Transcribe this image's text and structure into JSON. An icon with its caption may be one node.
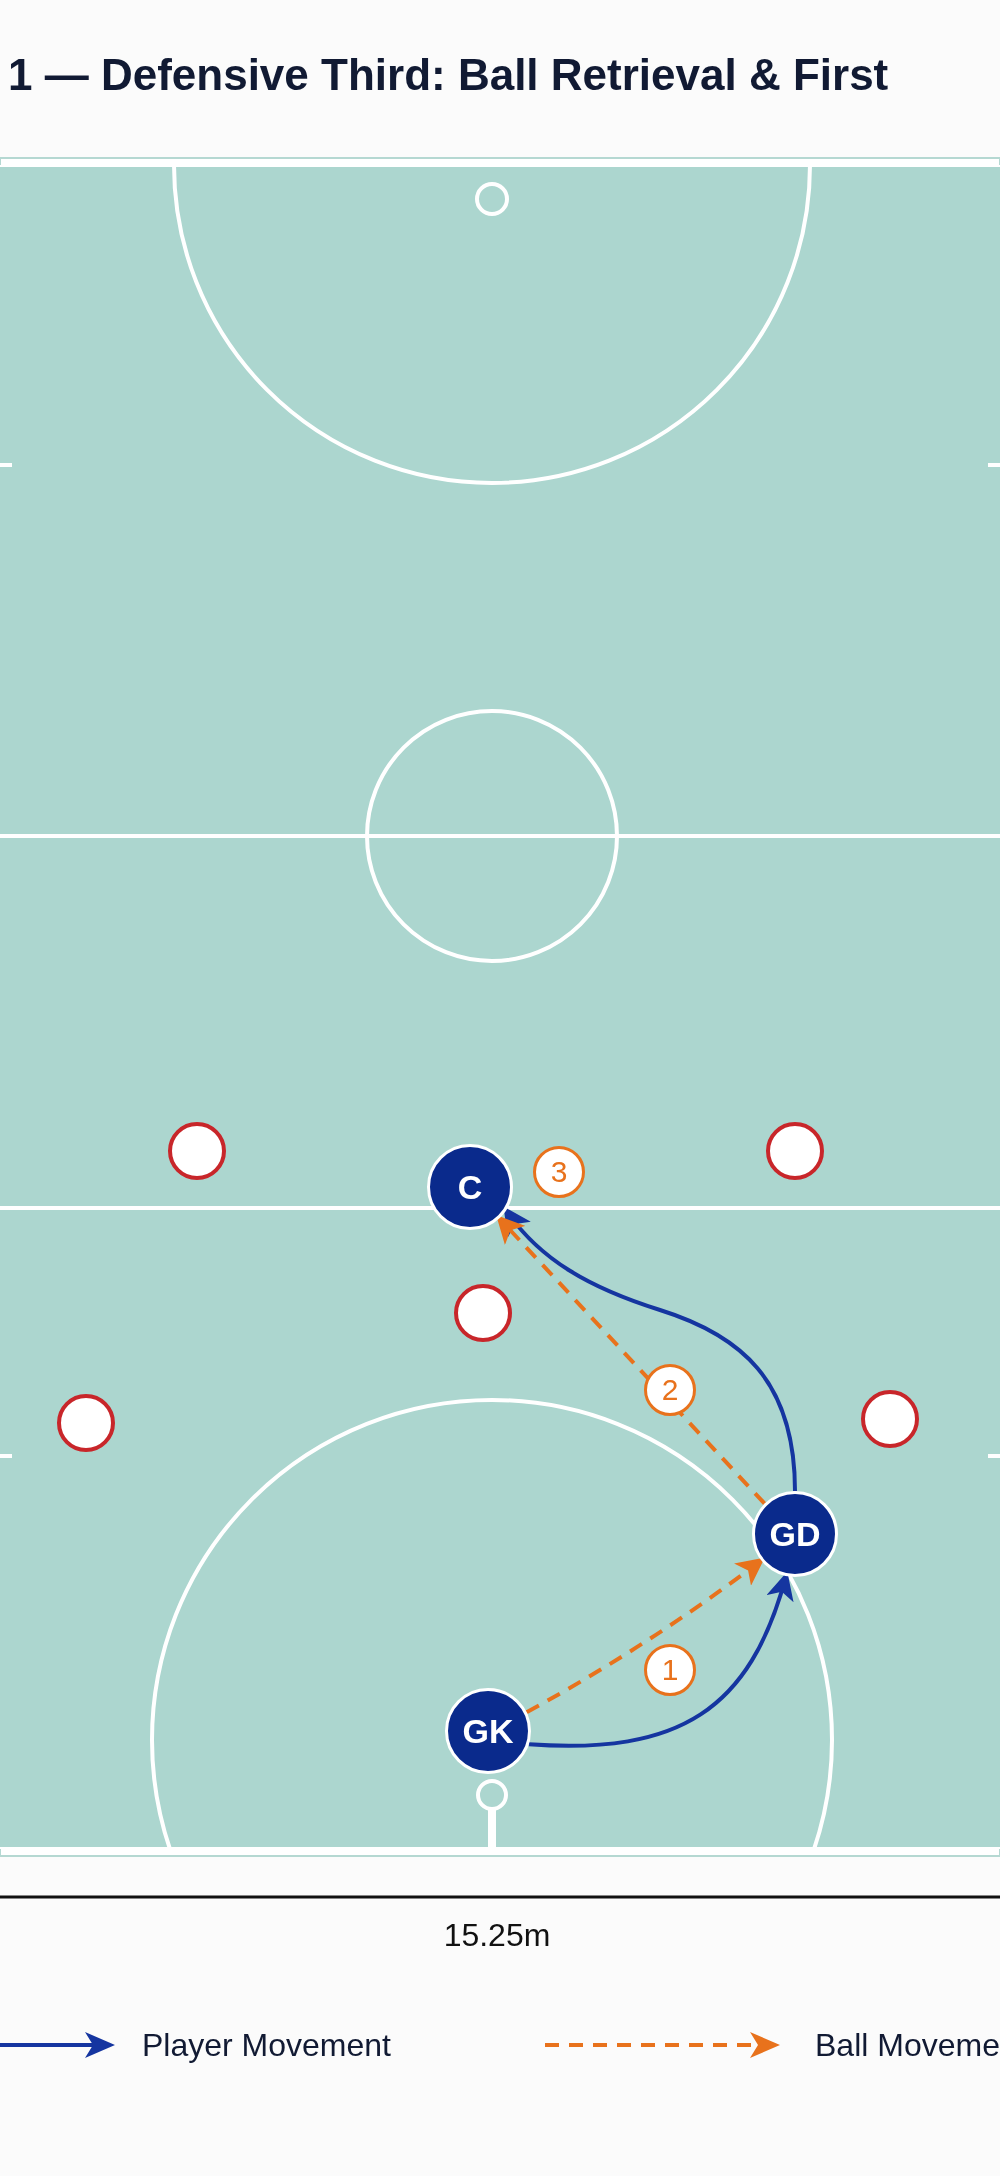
{
  "diagram": {
    "title": "1 — Defensive Third: Ball Retrieval & First",
    "nodes": [
      {
        "text": [],
        "shape": "circle"
      },
      {
        "text": [],
        "shape": "circle"
      },
      {
        "text": [
          "C"
        ],
        "beside": [
          "3"
        ]
      },
      {
        "text": [],
        "shape": "circle"
      },
      {
        "text": [],
        "shape": "circle"
      },
      {
        "text": [],
        "shape": "circle"
      },
      {
        "text": [
          "GD"
        ]
      },
      {
        "text": [
          "GK"
        ]
      }
    ],
    "edges": [
      {
        "from": 7,
        "to": 6,
        "arrow": "to",
        "color": "#1535a0"
      },
      {
        "from": 7,
        "to": 6,
        "arrow": "to",
        "label": "1",
        "style": "dashed",
        "color": "#e8721c"
      },
      {
        "from": 6,
        "to": 2,
        "arrow": "to",
        "color": "#1535a0"
      },
      {
        "from": 6,
        "to": 2,
        "arrow": "to",
        "label": "2",
        "style": "dashed",
        "color": "#e8721c"
      }
    ],
    "labels": [
      "15.25m"
    ],
    "legend": [
      {
        "text": "Player Movement"
      },
      {
        "text": "Ball Moveme"
      }
    ]
  }
}
